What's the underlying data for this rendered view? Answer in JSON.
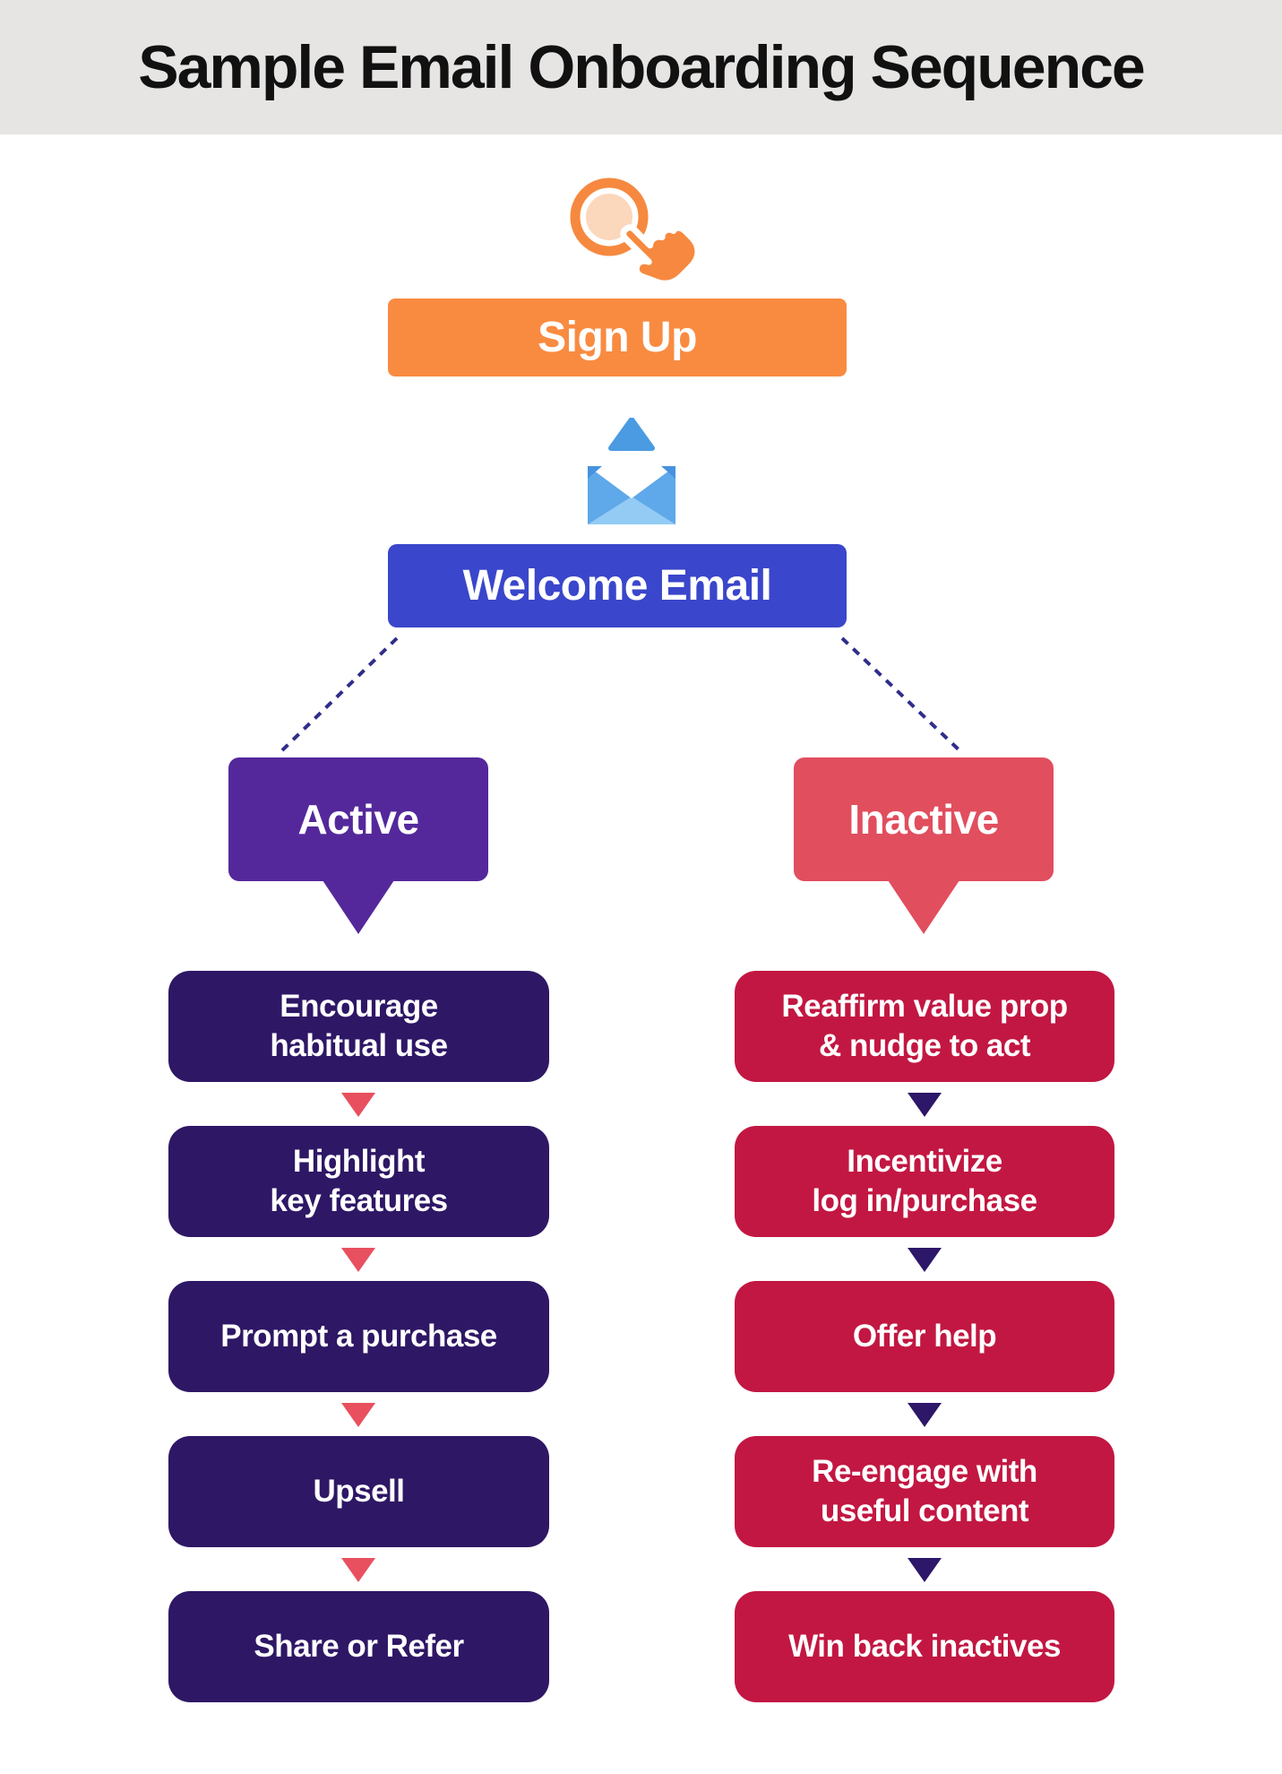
{
  "header": {
    "title": "Sample Email Onboarding Sequence"
  },
  "flow": {
    "signup_label": "Sign Up",
    "welcome_label": "Welcome Email"
  },
  "branches": {
    "active": {
      "label": "Active",
      "steps": [
        "Encourage\nhabitual use",
        "Highlight\nkey features",
        "Prompt a purchase",
        "Upsell",
        "Share or Refer"
      ]
    },
    "inactive": {
      "label": "Inactive",
      "steps": [
        "Reaffirm value prop\n& nudge to act",
        "Incentivize\nlog in/purchase",
        "Offer help",
        "Re-engage with\nuseful content",
        "Win back inactives"
      ]
    }
  },
  "icons": {
    "click": "click-cursor-icon",
    "email": "open-envelope-icon",
    "step_arrow": "arrow-down-icon",
    "branch_link": "dashed-connector-line"
  },
  "colors": {
    "header_bg": "#E6E5E3",
    "title_text": "#111111",
    "signup_orange": "#F98B41",
    "welcome_blue": "#3A46CB",
    "active_purple": "#54289B",
    "inactive_coral": "#E14E5E",
    "active_step_indigo": "#2E1765",
    "inactive_step_crimson": "#C21742",
    "active_arrow": "#E8505F",
    "inactive_arrow": "#2D1768",
    "connector_navy": "#2F2E8B",
    "click_icon_orange": "#F6893F",
    "click_icon_peach": "#FBD7BC",
    "envelope_flap_blue": "#4A9BE2",
    "envelope_fold_blue": "#5FA8E9",
    "envelope_body_blue": "#93CBF5"
  }
}
